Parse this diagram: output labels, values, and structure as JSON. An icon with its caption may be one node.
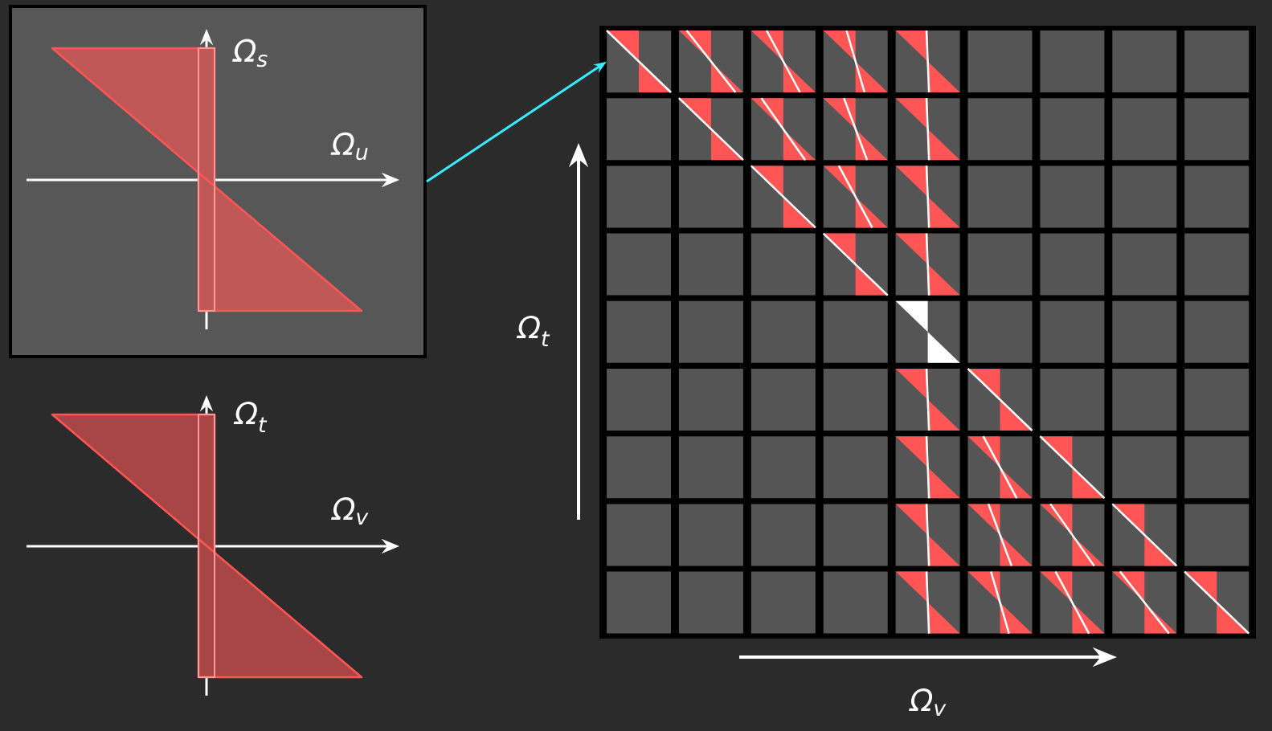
{
  "diagram": {
    "nodes": [
      {
        "text": [
          "Ω$_{s}$",
          "Ω$_{u}$"
        ]
      },
      {
        "text": [],
        "shape": "box"
      }
    ],
    "edges": [
      {
        "from": 0,
        "to": 1,
        "arrow": "to",
        "color": "#33eeff"
      }
    ],
    "labels": [
      "Ω$_{t}$",
      "Ω$_{v}$",
      "Ω$_{t}$",
      "Ω$_{v}$"
    ]
  }
}
